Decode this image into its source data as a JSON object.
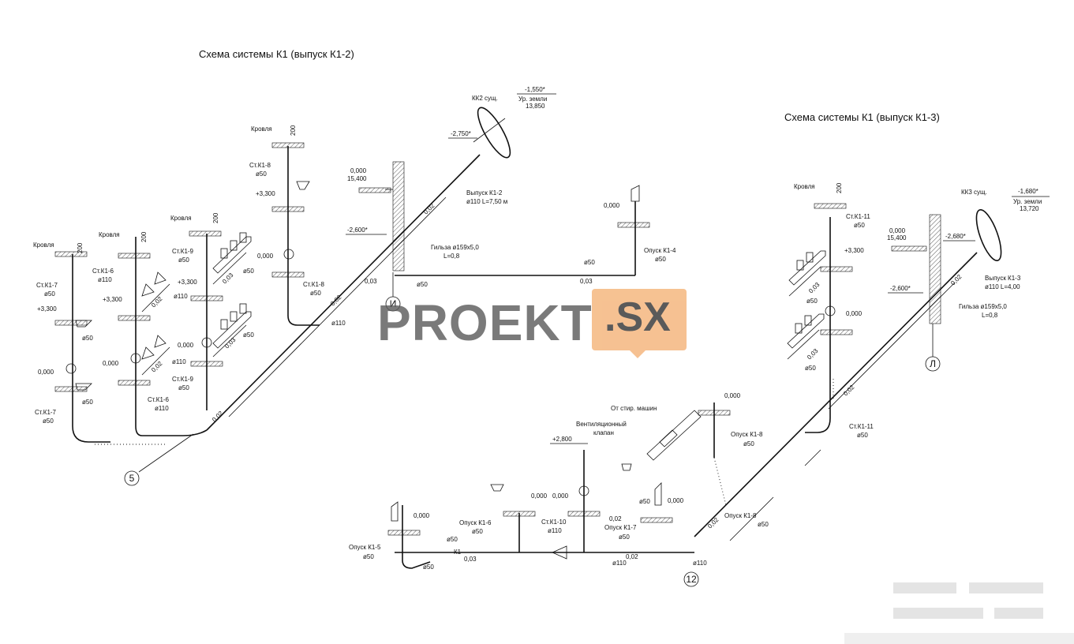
{
  "titles": {
    "left": "Схема системы К1 (выпуск К1-2)",
    "right": "Схема системы К1 (выпуск К1-3)"
  },
  "watermark": {
    "left": "PROEKT",
    "right": ".SX"
  },
  "circles": {
    "five": "5",
    "i": "И",
    "l": "Л",
    "twelve": "12"
  },
  "labels": {
    "krovlya": "Кровля",
    "dim200": "200",
    "st_k1_8": "Ст.К1-8",
    "d50": "ø50",
    "d110": "ø110",
    "p3300": "+3,300",
    "z0000": "0,000",
    "st_k1_9": "Ст.К1-9",
    "st_k1_6": "Ст.К1-6",
    "st_k1_7": "Ст.К1-7",
    "kk2": "КК2 сущ.",
    "m1550": "-1,550*",
    "ur_zemli": "Ур. земли",
    "g13850": "13,850",
    "m2750": "-2,750*",
    "m2600": "-2,600*",
    "g15400": "15,400",
    "vypusk_k1_2": "Выпуск К1-2",
    "vypusk_k1_2_spec": "ø110 L=7,50 м",
    "gilza": "Гильза ø159х5,0",
    "gilza_len": "L=0,8",
    "s002": "0,02",
    "s003": "0,03",
    "opusk_k1_4": "Опуск К1-4",
    "kk3": "КК3 сущ.",
    "m1680": "-1,680*",
    "g13720": "13,720",
    "m2680": "-2,680*",
    "st_k1_11": "Ст.К1-11",
    "vypusk_k1_3": "Выпуск К1-3",
    "vypusk_k1_3_spec": "ø110 L=4,00",
    "ot_stir": "От стир. машин",
    "opusk_k1_8": "Опуск К1-8",
    "vent_klapan_1": "Вентиляционный",
    "vent_klapan_2": "клапан",
    "p2800": "+2,800",
    "opusk_k1_6": "Опуск К1-6",
    "st_k1_10": "Ст.К1-10",
    "opusk_k1_7": "Опуск К1-7",
    "opusk_k1_5": "Опуск К1-5",
    "k1": "К1"
  }
}
